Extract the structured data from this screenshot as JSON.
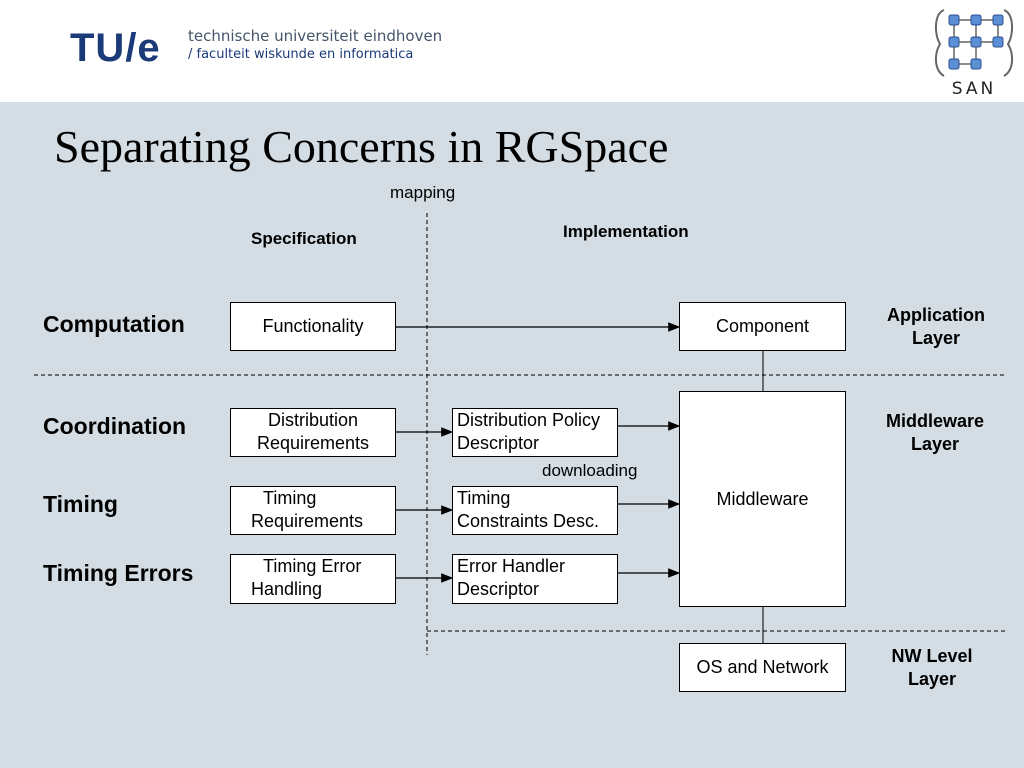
{
  "header": {
    "logo_text": "TU/e",
    "university": "technische universiteit eindhoven",
    "faculty": "/ faculteit wiskunde en informatica",
    "right_logo_text": "SAN"
  },
  "slide": {
    "title": "Separating Concerns in RGSpace"
  },
  "diagram": {
    "mapping_label": "mapping",
    "specification_label": "Specification",
    "implementation_label": "Implementation",
    "downloading_label": "downloading",
    "rows": {
      "computation": "Computation",
      "coordination": "Coordination",
      "timing": "Timing",
      "timing_errors": "Timing Errors"
    },
    "layers": {
      "application_1": "Application",
      "application_2": "Layer",
      "middleware_1": "Middleware",
      "middleware_2": "Layer",
      "nw_1": "NW Level",
      "nw_2": "Layer"
    },
    "spec_boxes": {
      "functionality": "Functionality",
      "distribution_1": "Distribution",
      "distribution_2": "Requirements",
      "timing_1": "Timing",
      "timing_2": "Requirements",
      "timing_error_1": "Timing Error",
      "timing_error_2": "Handling"
    },
    "descriptor_boxes": {
      "dist_policy_1": "Distribution Policy",
      "dist_policy_2": "Descriptor",
      "timing_constraints_1": "Timing",
      "timing_constraints_2": "Constraints Desc.",
      "error_handler_1": "Error Handler",
      "error_handler_2": "Descriptor"
    },
    "impl_boxes": {
      "component": "Component",
      "middleware": "Middleware",
      "os_network": "OS and Network"
    }
  }
}
